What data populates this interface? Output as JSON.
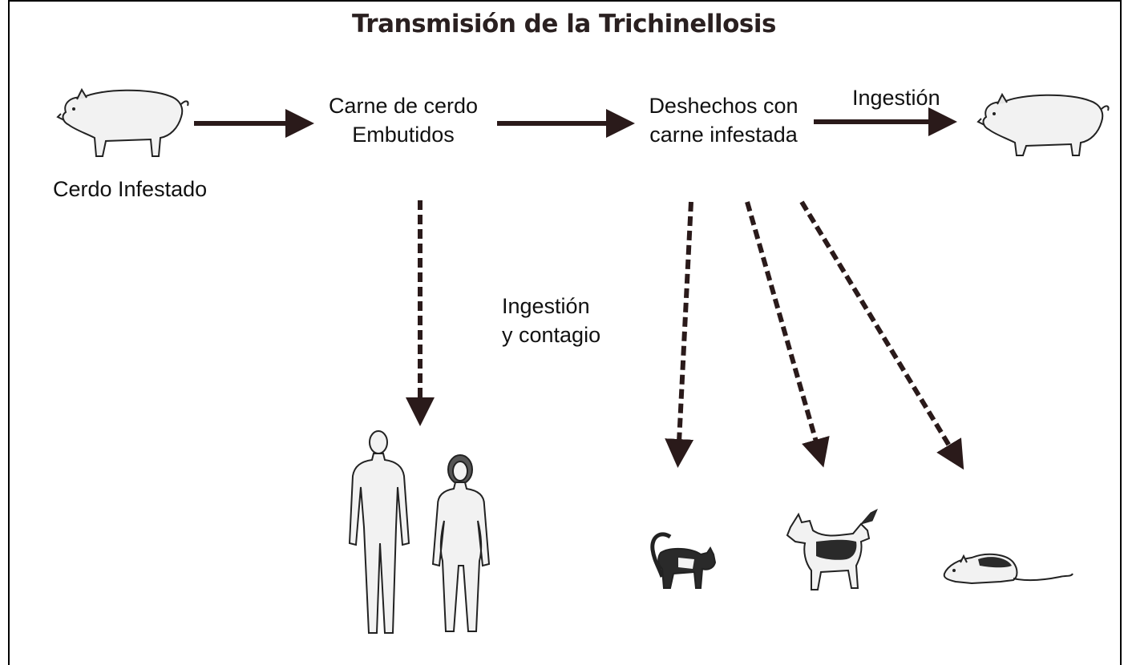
{
  "title": "Transmisión de la Trichinellosis",
  "labels": {
    "infected_pig": "Cerdo Infestado",
    "pork_line1": "Carne de cerdo",
    "pork_line2": "Embutidos",
    "waste_line1": "Deshechos con",
    "waste_line2": "carne infestada",
    "ingestion_top": "Ingestión",
    "ingestion_mid_line1": "Ingestión",
    "ingestion_mid_line2": "y contagio"
  },
  "icons": [
    "pig-icon",
    "pig-icon",
    "man-icon",
    "woman-icon",
    "cat-icon",
    "dog-icon",
    "rat-icon"
  ],
  "colors": {
    "arrow": "#2a1a1a",
    "title": "#2a2020"
  }
}
